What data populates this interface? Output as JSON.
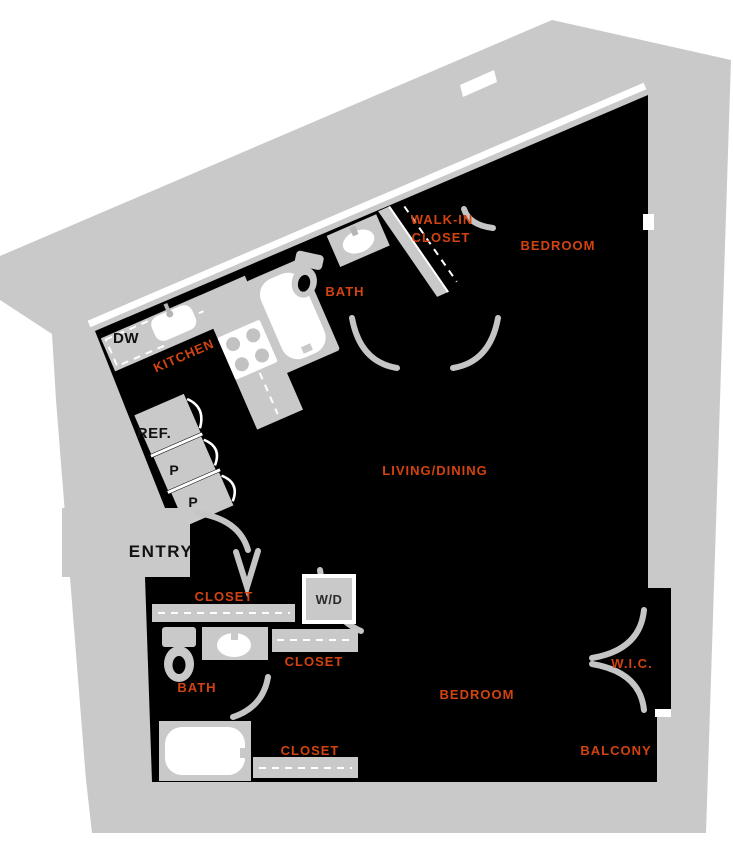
{
  "plan": {
    "colors": {
      "label_orange": "#D2430F",
      "wall_black": "#000000",
      "surface_gray": "#C9C9C9",
      "fixture_white": "#FFFFFF",
      "background": "#FFFFFF"
    },
    "room_labels": {
      "walk_in_closet_line1": "WALK-IN",
      "walk_in_closet_line2": "CLOSET",
      "bedroom_1": "BEDROOM",
      "bath_1": "BATH",
      "kitchen": "KITCHEN",
      "living_dining": "LIVING/DINING",
      "hall_closet": "CLOSET",
      "bedroom_closet": "CLOSET",
      "linen_closet": "CLOSET",
      "bath_2": "BATH",
      "bedroom_2": "BEDROOM",
      "wic": "W.I.C.",
      "balcony": "BALCONY"
    },
    "appliance_labels": {
      "dishwasher": "DW",
      "refrigerator": "REF.",
      "pantry_1": "P",
      "pantry_2": "P",
      "entry": "ENTRY",
      "washer_dryer": "W/D"
    }
  }
}
